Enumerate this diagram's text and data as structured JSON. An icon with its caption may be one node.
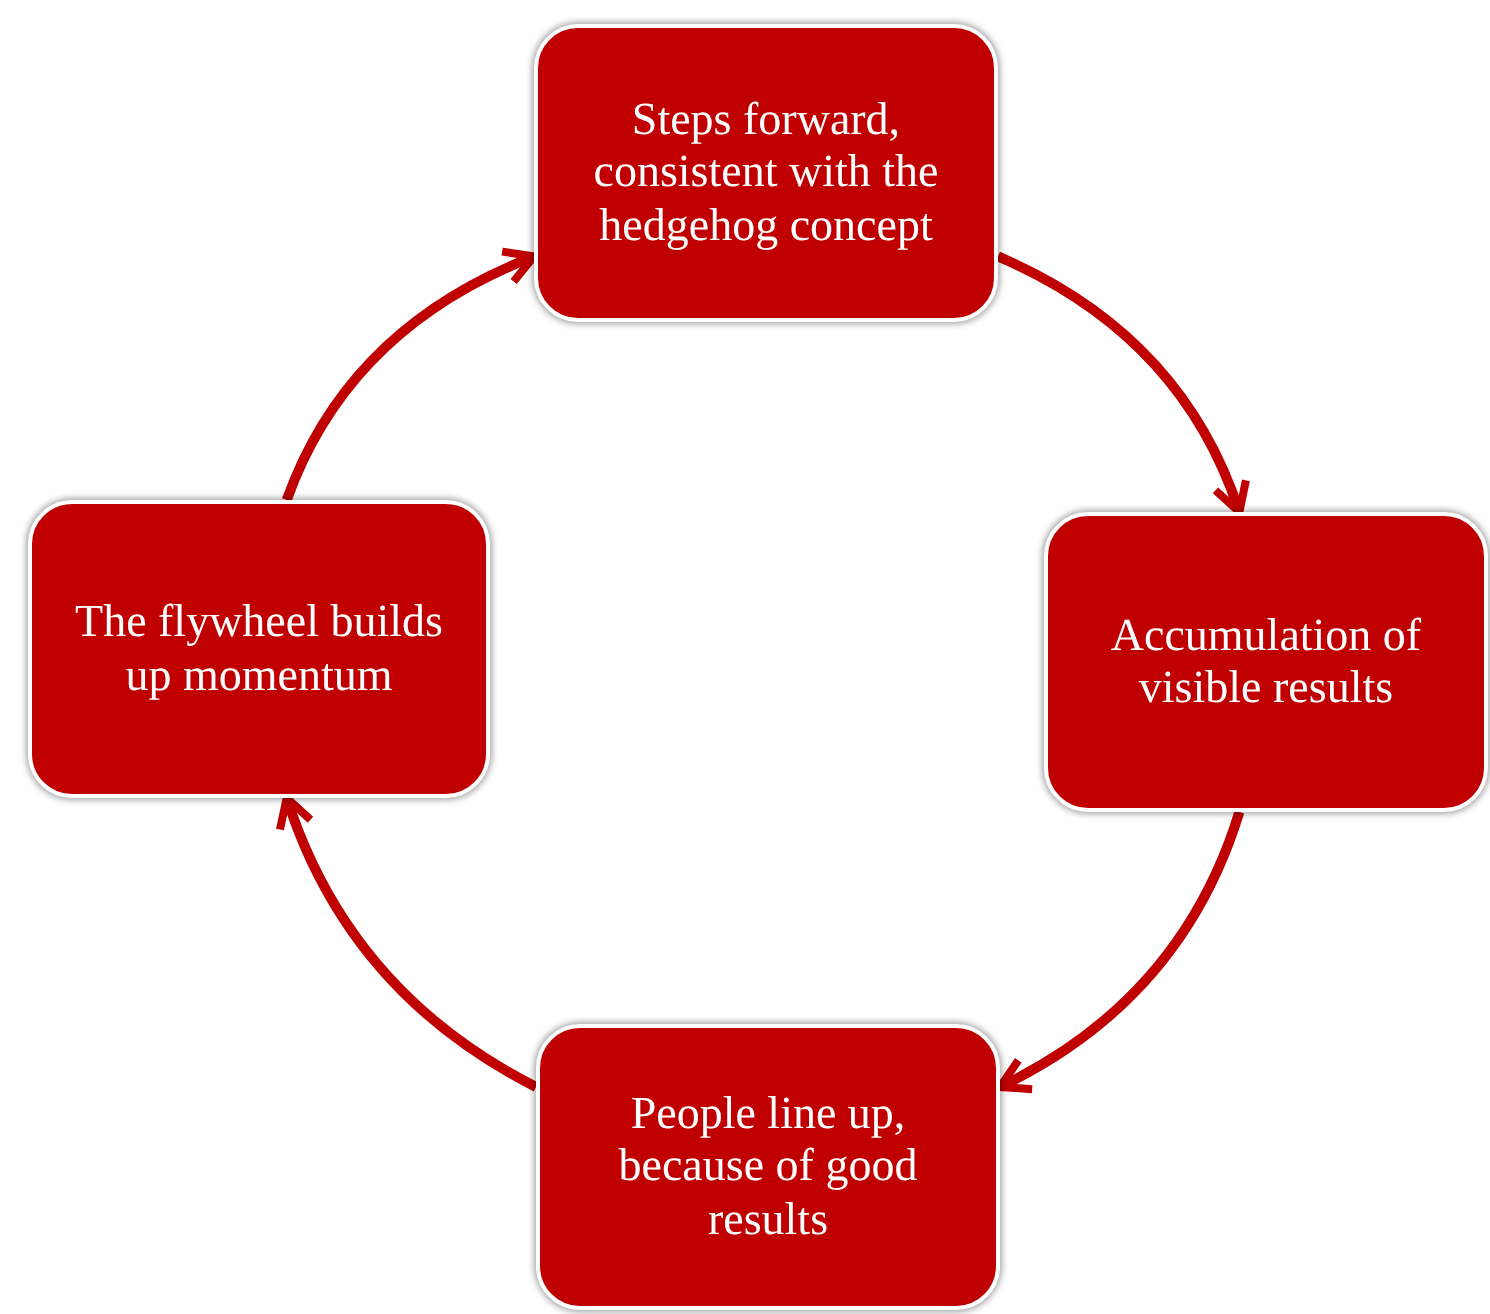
{
  "diagram": {
    "nodes": [
      {
        "text": [
          "Steps forward, consistent with the hedgehog concept"
        ]
      },
      {
        "text": [
          "Accumulation of visible results"
        ]
      },
      {
        "text": [
          "People line up, because of good results"
        ]
      },
      {
        "text": [
          "The flywheel builds up momentum"
        ]
      }
    ],
    "edges": [
      {
        "from": 0,
        "to": 1,
        "arrow": "to"
      },
      {
        "from": 1,
        "to": 2,
        "arrow": "to"
      },
      {
        "from": 2,
        "to": 3,
        "arrow": "to"
      },
      {
        "from": 3,
        "to": 0,
        "arrow": "to"
      }
    ]
  }
}
